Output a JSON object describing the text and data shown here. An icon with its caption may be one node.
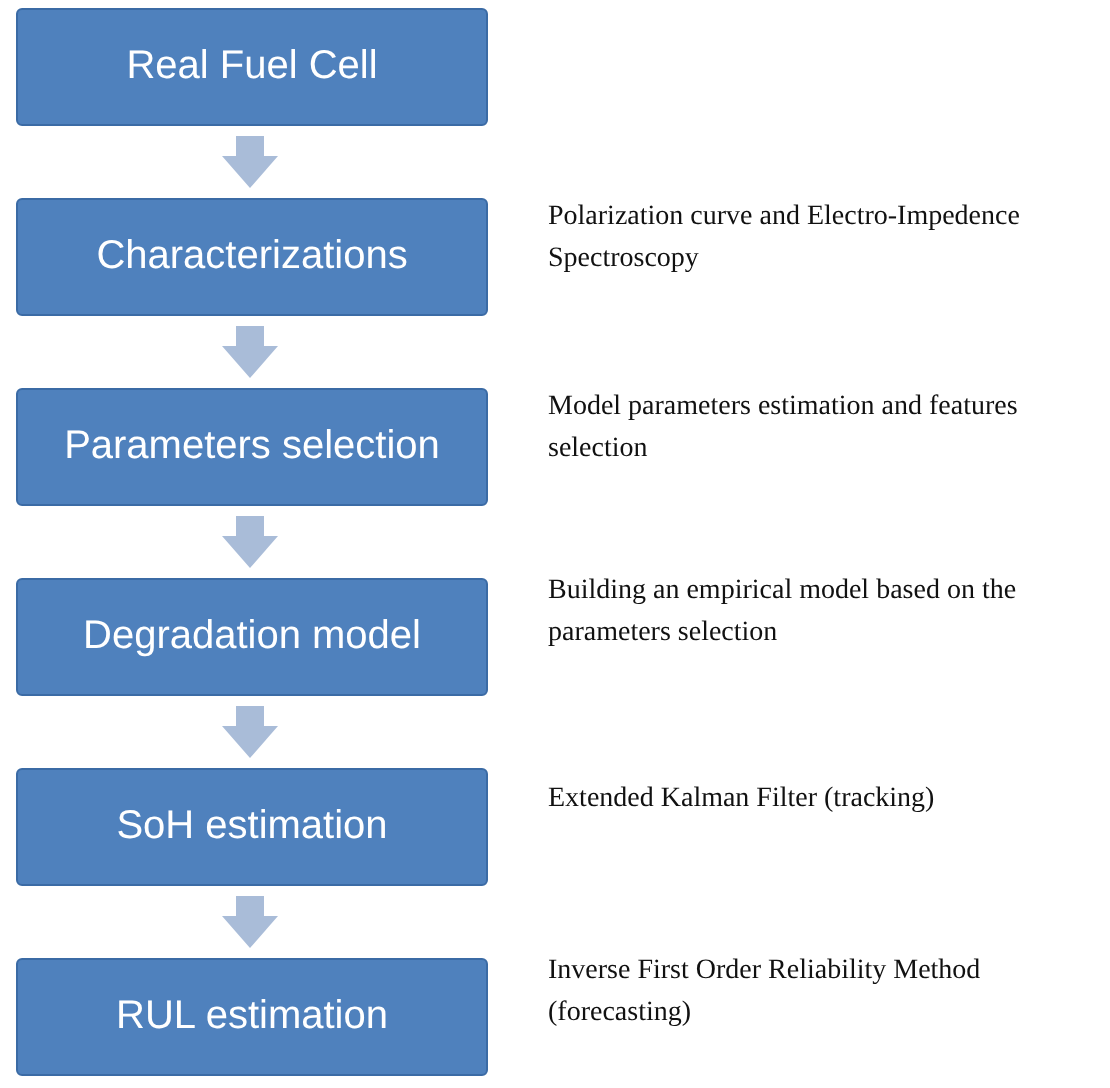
{
  "diagram": {
    "nodes": [
      {
        "text": [
          "Real Fuel Cell"
        ]
      },
      {
        "text": [
          "Characterizations"
        ],
        "beside": [
          "Polarization curve and Electro-Impedence Spectroscopy"
        ]
      },
      {
        "text": [
          "Parameters selection"
        ],
        "beside": [
          "Model parameters estimation and features selection"
        ]
      },
      {
        "text": [
          "Degradation model"
        ],
        "beside": [
          "Building an empirical model based on the parameters selection"
        ]
      },
      {
        "text": [
          "SoH estimation"
        ],
        "beside": [
          "Extended Kalman Filter (tracking)"
        ]
      },
      {
        "text": [
          "RUL estimation"
        ],
        "beside": [
          "Inverse First Order Reliability Method (forecasting)"
        ]
      }
    ],
    "edges": [
      {
        "from": 0,
        "to": 1,
        "arrow": "to"
      },
      {
        "from": 1,
        "to": 2,
        "arrow": "to"
      },
      {
        "from": 2,
        "to": 3,
        "arrow": "to"
      },
      {
        "from": 3,
        "to": 4,
        "arrow": "to"
      },
      {
        "from": 4,
        "to": 5,
        "arrow": "to"
      }
    ]
  }
}
